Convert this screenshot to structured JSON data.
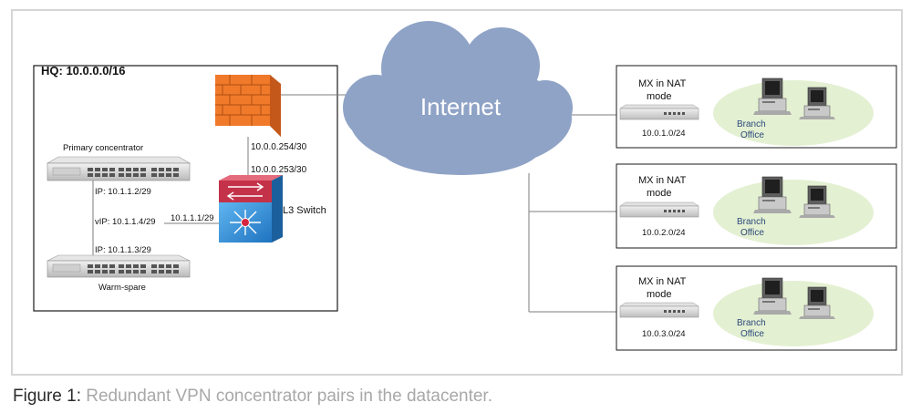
{
  "hq": {
    "title": "HQ: 10.0.0.0/16"
  },
  "internet_label": "Internet",
  "firewall": {
    "ip_fw": "10.0.0.254/30",
    "ip_sw": "10.0.0.253/30"
  },
  "switch": {
    "label": "L3 Switch",
    "ip": "10.1.1.1/29"
  },
  "primary": {
    "label": "Primary concentrator",
    "ip": "IP: 10.1.1.2/29"
  },
  "vip": "vIP: 10.1.1.4/29",
  "spare": {
    "label": "Warm-spare",
    "ip": "IP: 10.1.1.3/29"
  },
  "branches": [
    {
      "mx_line1": "MX in NAT",
      "mx_line2": "mode",
      "subnet": "10.0.1.0/24",
      "office_line1": "Branch",
      "office_line2": "Office"
    },
    {
      "mx_line1": "MX in NAT",
      "mx_line2": "mode",
      "subnet": "10.0.2.0/24",
      "office_line1": "Branch",
      "office_line2": "Office"
    },
    {
      "mx_line1": "MX in NAT",
      "mx_line2": "mode",
      "subnet": "10.0.3.0/24",
      "office_line1": "Branch",
      "office_line2": "Office"
    }
  ],
  "caption": {
    "prefix": "Figure 1:",
    "text": " Redundant VPN concentrator pairs in the datacenter."
  },
  "colors": {
    "cloud": "#8fa3c6",
    "firewall": "#f07a2a",
    "switch": "#2b8fd6",
    "office": "#e4f0d2"
  }
}
